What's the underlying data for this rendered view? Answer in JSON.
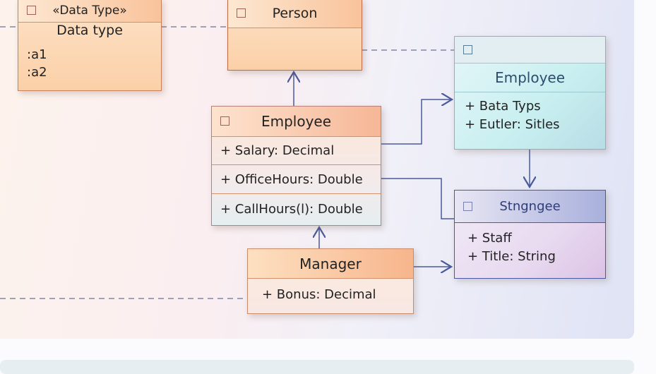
{
  "datatype": {
    "stereotype": "«Data Type»",
    "name": "Data type",
    "attrs": [
      ":a1",
      ":a2"
    ]
  },
  "person": {
    "name": "Person"
  },
  "employee": {
    "name": "Employee",
    "attrs": [
      "+ Salary: Decimal",
      "+ OfficeHours: Double",
      "+ CallHours(l): Double"
    ]
  },
  "employee2": {
    "name": "Employee",
    "attrs": [
      "+ Bata Typs",
      "+ Eutler: Sitles"
    ]
  },
  "stngngee": {
    "name": "Stngngee",
    "attrs": [
      "+ Staff",
      "+ Title: String"
    ]
  },
  "manager": {
    "name": "Manager",
    "attrs": [
      "+ Bonus: Decimal"
    ]
  }
}
